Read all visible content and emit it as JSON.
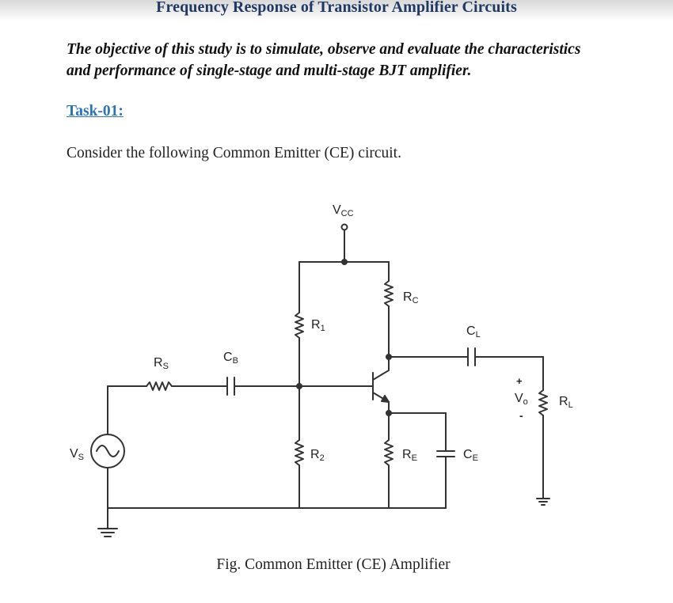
{
  "document": {
    "title": "Frequency Response of Transistor Amplifier Circuits",
    "objective_line1": "The objective of this study is to simulate, observe and evaluate the characteristics",
    "objective_line2": "and performance of single-stage and multi-stage BJT amplifier.",
    "task_heading": "Task-01:",
    "intro_text": "Consider the following Common Emitter (CE) circuit.",
    "figure_caption": "Fig. Common Emitter (CE) Amplifier"
  },
  "circuit_labels": {
    "vcc": {
      "main": "V",
      "sub": "CC"
    },
    "rc": {
      "main": "R",
      "sub": "C"
    },
    "r1": {
      "main": "R",
      "sub": "1"
    },
    "cl": {
      "main": "C",
      "sub": "L"
    },
    "rs": {
      "main": "R",
      "sub": "S"
    },
    "cb": {
      "main": "C",
      "sub": "B"
    },
    "vo": {
      "main": "V",
      "sub": "o"
    },
    "vo_plus": "+",
    "vo_minus": "-",
    "rl": {
      "main": "R",
      "sub": "L"
    },
    "vs": {
      "main": "V",
      "sub": "S"
    },
    "r2": {
      "main": "R",
      "sub": "2"
    },
    "re": {
      "main": "R",
      "sub": "E"
    },
    "ce": {
      "main": "C",
      "sub": "E"
    }
  },
  "colors": {
    "title": "#1f3864",
    "task_link": "#2e74b5",
    "wire": "#333333"
  }
}
